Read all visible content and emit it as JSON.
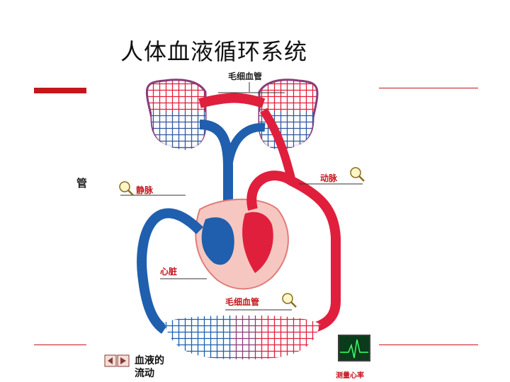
{
  "slide": {
    "title": "人体血液循环系统",
    "left_fragment": "管."
  },
  "diagram": {
    "labels": {
      "capillary_top": "毛细血管",
      "artery": "动脉",
      "vein": "静脉",
      "heart": "心脏",
      "capillary_bottom": "毛细血管"
    },
    "buttons": {
      "blood_flow_line1": "血液的",
      "blood_flow_line2": "流动",
      "heart_rate": "测量心率"
    },
    "colors": {
      "artery": "#e01f3d",
      "vein": "#1f5fae",
      "heart": "#f6c7c0",
      "accent": "#c4161c"
    },
    "icons": [
      "magnifier-icon",
      "play-controls-icon",
      "heart-monitor-icon"
    ]
  }
}
